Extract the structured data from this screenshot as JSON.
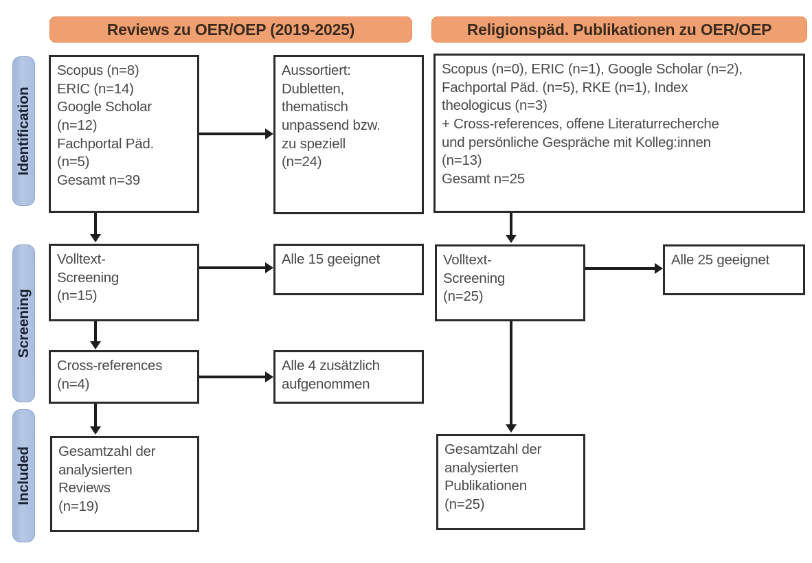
{
  "diagram": {
    "type": "prisma-flow-diagram",
    "stages": [
      {
        "id": "identification",
        "label": "Identification"
      },
      {
        "id": "screening",
        "label": "Screening"
      },
      {
        "id": "included",
        "label": "Included"
      }
    ],
    "columns": [
      {
        "id": "left",
        "header": "Reviews zu OER/OEP (2019-2025)"
      },
      {
        "id": "right",
        "header": "Religionspäd. Publikationen zu OER/OEP"
      }
    ],
    "colors": {
      "header_fill": "#F0A070",
      "header_border": "#E08A52",
      "stage_band_fill": "#A9BDE0",
      "stage_band_border": "#8FA8D0",
      "box_border": "#2b2b2b",
      "box_fill": "#FFFFFF",
      "text": "#4a4a4a",
      "connector": "#1d1d1d"
    },
    "boxes": {
      "left_sources": {
        "lines": [
          "Scopus (n=8)",
          "ERIC (n=14)",
          "Google Scholar",
          "(n=12)",
          "Fachportal Päd.",
          "(n=5)",
          "Gesamt n=39"
        ]
      },
      "left_excluded": {
        "lines": [
          "Aussortiert:",
          "Dubletten,",
          "thematisch",
          "unpassend bzw.",
          "zu speziell",
          "(n=24)"
        ]
      },
      "left_fulltext": {
        "lines": [
          "Volltext-",
          "Screening",
          "(n=15)"
        ]
      },
      "left_fulltext_result": {
        "lines": [
          "Alle 15 geeignet"
        ]
      },
      "left_crossrefs": {
        "lines": [
          "Cross-references",
          "(n=4)"
        ]
      },
      "left_crossrefs_result": {
        "lines": [
          "Alle 4 zusätzlich",
          "aufgenommen"
        ]
      },
      "left_included": {
        "lines": [
          "Gesamtzahl der",
          "analysierten",
          "Reviews",
          "(n=19)"
        ]
      },
      "right_sources": {
        "lines": [
          "Scopus (n=0), ERIC (n=1), Google Scholar (n=2),",
          "Fachportal Päd. (n=5), RKE (n=1), Index",
          "theologicus (n=3)",
          "+ Cross-references, offene Literaturrecherche",
          "und persönliche Gespräche mit Kolleg:innen",
          "(n=13)",
          "Gesamt n=25"
        ]
      },
      "right_fulltext": {
        "lines": [
          "Volltext-",
          "Screening",
          "(n=25)"
        ]
      },
      "right_fulltext_result": {
        "lines": [
          "Alle 25 geeignet"
        ]
      },
      "right_included": {
        "lines": [
          "Gesamtzahl der",
          "analysierten",
          "Publikationen",
          "(n=25)"
        ]
      }
    }
  }
}
